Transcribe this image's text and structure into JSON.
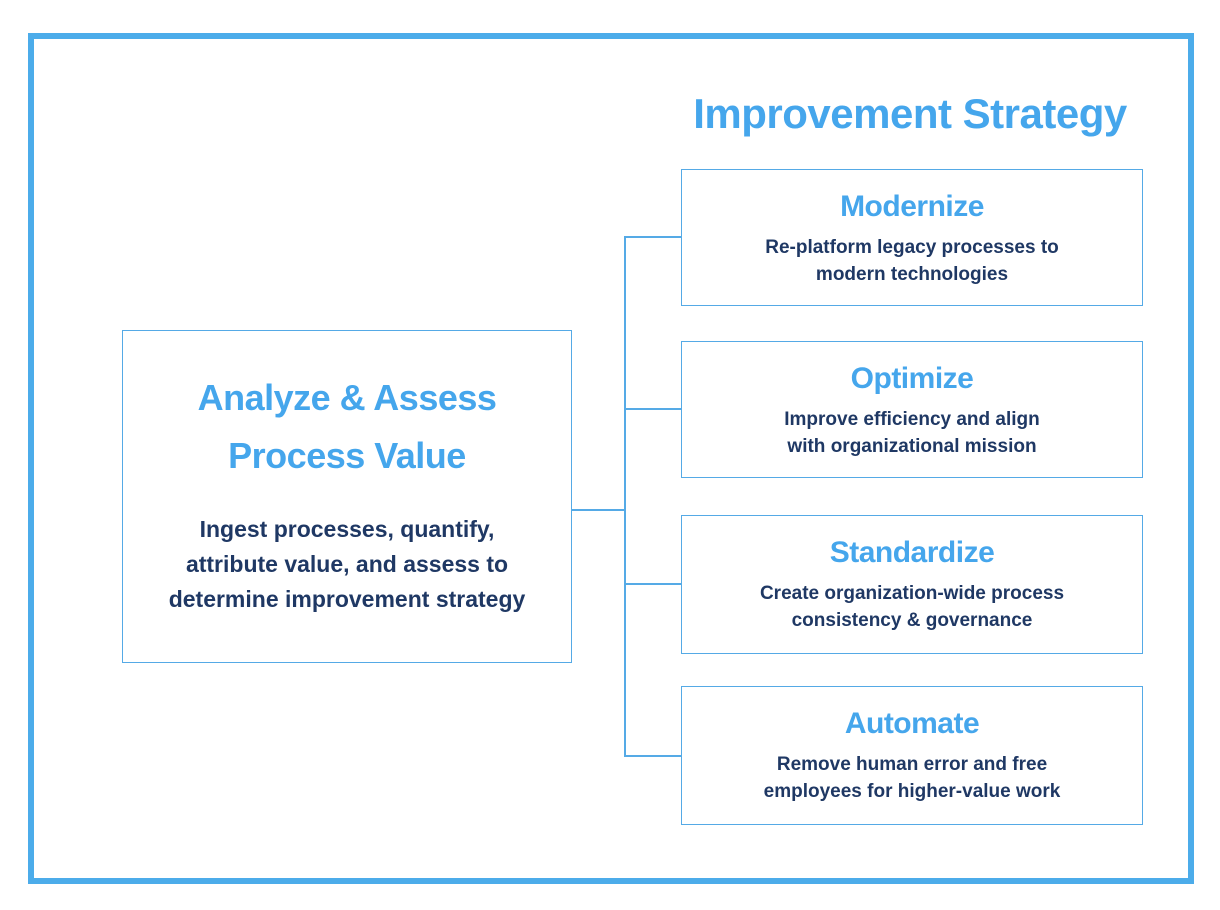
{
  "title": "Improvement Strategy",
  "colors": {
    "accent_blue": "#45A6EC",
    "navy_text": "#1F3864",
    "frame_blue": "#4CACEA",
    "line_blue": "#55AAE6"
  },
  "root_box": {
    "heading_lines": [
      "Analyze & Assess",
      "Process Value"
    ],
    "body_lines": [
      "Ingest processes, quantify,",
      "attribute value, and assess to",
      "determine improvement strategy"
    ]
  },
  "strategies": [
    {
      "heading": "Modernize",
      "body_lines": [
        "Re-platform legacy processes to",
        "modern technologies"
      ]
    },
    {
      "heading": "Optimize",
      "body_lines": [
        "Improve efficiency and align",
        "with organizational mission"
      ]
    },
    {
      "heading": "Standardize",
      "body_lines": [
        "Create organization-wide process",
        "consistency & governance"
      ]
    },
    {
      "heading": "Automate",
      "body_lines": [
        "Remove human error and  free",
        "employees for higher-value work"
      ]
    }
  ]
}
